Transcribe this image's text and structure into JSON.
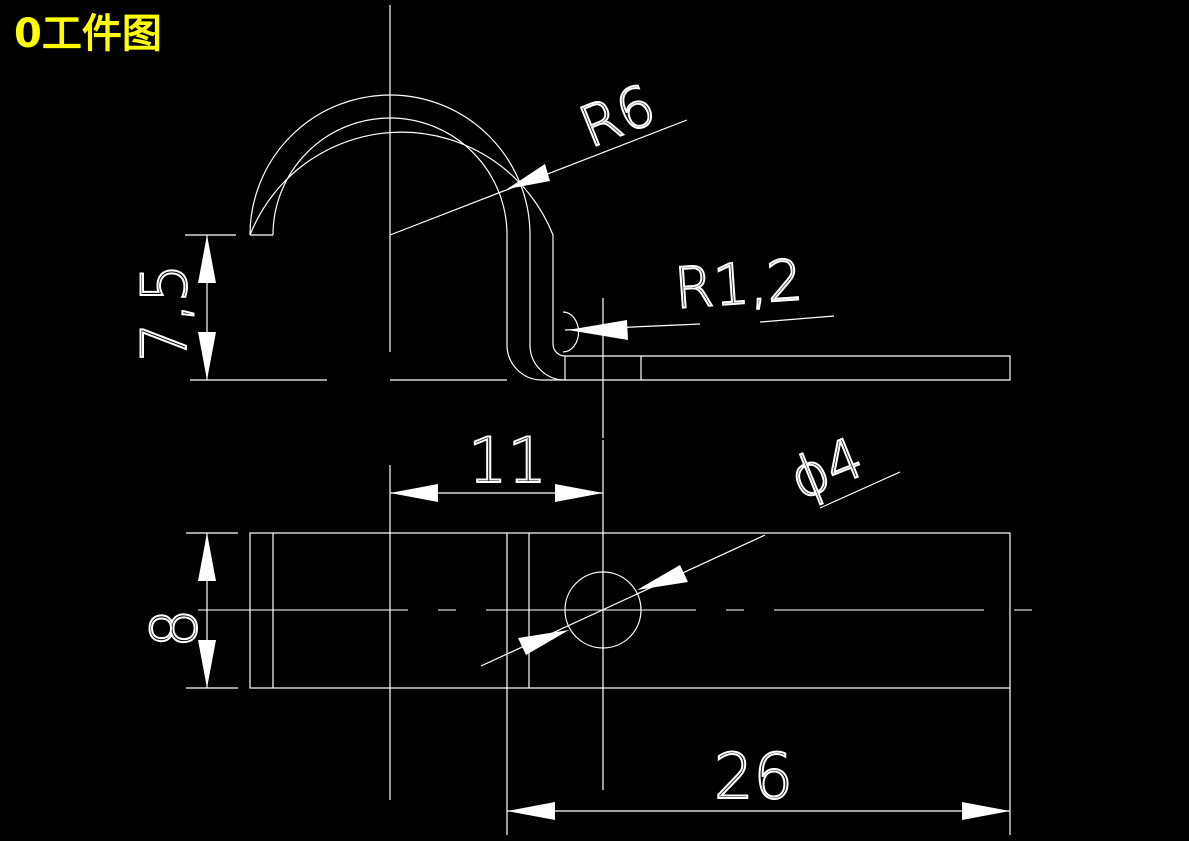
{
  "title": "0工件图",
  "colors": {
    "background": "#000000",
    "lines": "#ffffff",
    "title": "#ffff00"
  },
  "dimensions": {
    "bend_radius": "R6",
    "inner_radius": "R1,2",
    "height": "7,5",
    "hole_offset": "11",
    "hole_diameter": "ϕ4",
    "width": "8",
    "length": "26"
  }
}
